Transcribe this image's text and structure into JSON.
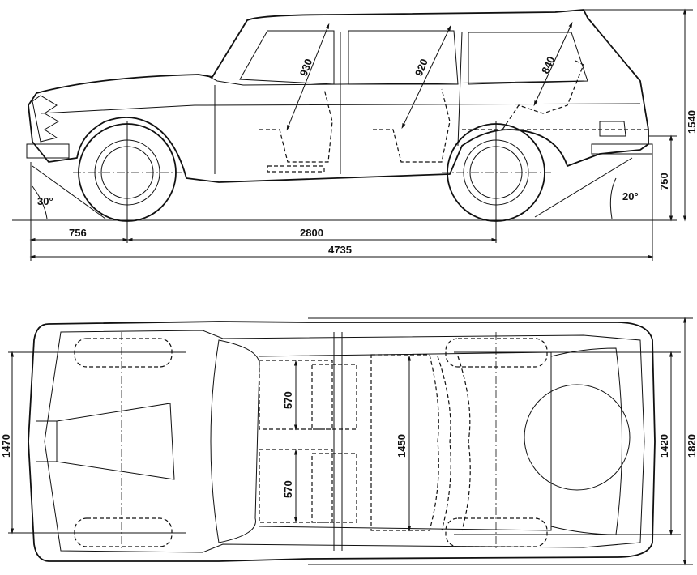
{
  "side_view": {
    "seat_heights": {
      "front": "930",
      "middle": "920",
      "rear": "840"
    },
    "overall_height": "1540",
    "rear_bumper_height": "750",
    "approach_angle": "30°",
    "departure_angle": "20°",
    "front_overhang": "756",
    "wheelbase": "2800",
    "overall_length": "4735"
  },
  "top_view": {
    "front_track": "1470",
    "front_seat_width_left": "570",
    "front_seat_width_right": "570",
    "rear_seat_width": "1450",
    "rear_track": "1420",
    "overall_width": "1820"
  }
}
